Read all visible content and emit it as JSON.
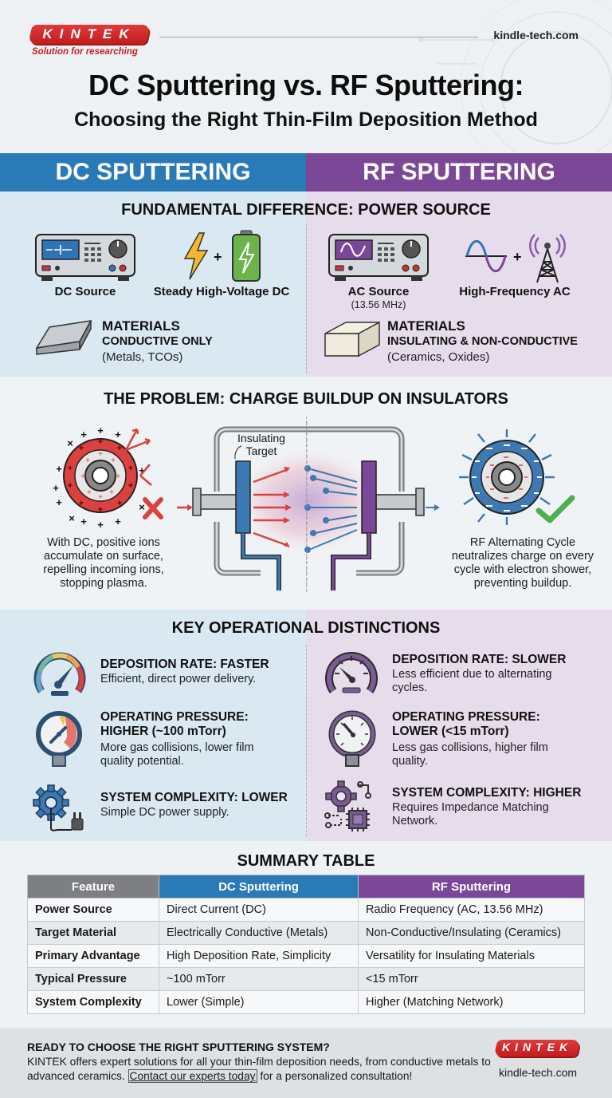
{
  "header": {
    "logo_text": "KINTEK",
    "tagline": "Solution for researching",
    "site_url": "kindle-tech.com",
    "title_line1": "DC Sputtering vs. RF Sputtering:",
    "title_line2": "Choosing the Right Thin-Film Deposition Method"
  },
  "columns": {
    "dc_title": "DC SPUTTERING",
    "rf_title": "RF SPUTTERING",
    "dc_color": "#2a7ab8",
    "rf_color": "#7b4897"
  },
  "power_source": {
    "title": "FUNDAMENTAL DIFFERENCE: POWER SOURCE",
    "dc": {
      "source_label": "DC Source",
      "icon_label": "Steady High-Voltage DC",
      "materials_heading": "MATERIALS",
      "materials_type": "CONDUCTIVE ONLY",
      "materials_examples": "(Metals, TCOs)"
    },
    "rf": {
      "source_label": "AC Source",
      "source_sub": "(13.56 MHz)",
      "icon_label": "High-Frequency AC",
      "materials_heading": "MATERIALS",
      "materials_type": "INSULATING & NON-CONDUCTIVE",
      "materials_examples": "(Ceramics, Oxides)"
    }
  },
  "problem": {
    "title": "THE PROBLEM: CHARGE BUILDUP ON INSULATORS",
    "target_label_1": "Insulating",
    "target_label_2": "Target",
    "dc_caption": [
      "With DC, positive ions",
      "accumulate on surface,",
      "repelling incoming ions,",
      "stopping plasma."
    ],
    "rf_caption": [
      "RF Alternating Cycle",
      "neutralizes charge on every",
      "cycle with electron shower,",
      "preventing buildup."
    ]
  },
  "distinctions": {
    "title": "KEY OPERATIONAL DISTINCTIONS",
    "dc": [
      {
        "heading": [
          "DEPOSITION RATE: FASTER"
        ],
        "text": [
          "Efficient, direct power delivery."
        ]
      },
      {
        "heading": [
          "OPERATING PRESSURE:",
          "HIGHER (~100 mTorr)"
        ],
        "text": [
          "More gas collisions, lower film",
          "quality potential."
        ]
      },
      {
        "heading": [
          "SYSTEM COMPLEXITY: LOWER"
        ],
        "text": [
          "Simple DC power supply."
        ]
      }
    ],
    "rf": [
      {
        "heading": [
          "DEPOSITION RATE: SLOWER"
        ],
        "text": [
          "Less efficient due to alternating",
          "cycles."
        ]
      },
      {
        "heading": [
          "OPERATING PRESSURE:",
          "LOWER (<15 mTorr)"
        ],
        "text": [
          "Less gas collisions, higher film",
          "quality."
        ]
      },
      {
        "heading": [
          "SYSTEM COMPLEXITY: HIGHER"
        ],
        "text": [
          "Requires Impedance Matching",
          "Network."
        ]
      }
    ]
  },
  "summary_table": {
    "title": "SUMMARY TABLE",
    "headers": [
      "Feature",
      "DC Sputtering",
      "RF Sputtering"
    ],
    "rows": [
      [
        "Power Source",
        "Direct Current (DC)",
        "Radio Frequency (AC, 13.56 MHz)"
      ],
      [
        "Target Material",
        "Electrically Conductive (Metals)",
        "Non-Conductive/Insulating (Ceramics)"
      ],
      [
        "Primary Advantage",
        "High Deposition Rate, Simplicity",
        "Versatility for Insulating Materials"
      ],
      [
        "Typical Pressure",
        "~100 mTorr",
        "<15 mTorr"
      ],
      [
        "System Complexity",
        "Lower (Simple)",
        "Higher (Matching Network)"
      ]
    ]
  },
  "footer": {
    "heading": "READY TO CHOOSE THE RIGHT SPUTTERING SYSTEM?",
    "text_before": "KINTEK offers expert solutions for all your thin-film deposition needs, from conductive metals to advanced ceramics. ",
    "link_text": "Contact our experts today",
    "text_after": " for a personalized consultation!",
    "logo_text": "KINTEK",
    "site_url": "kindle-tech.com"
  }
}
